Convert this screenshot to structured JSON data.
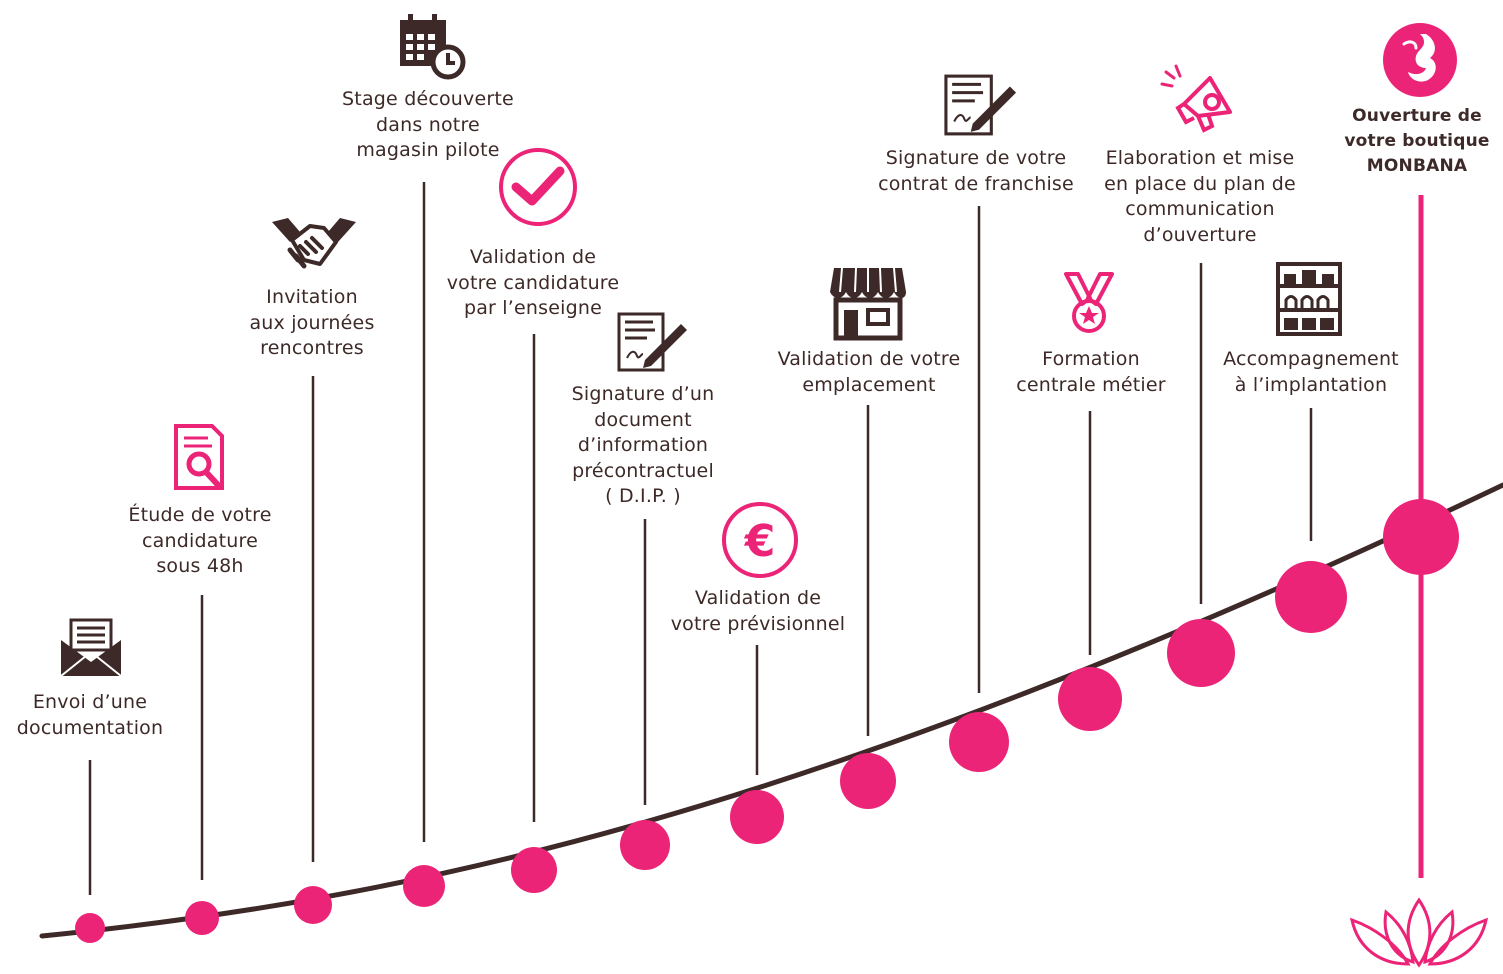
{
  "colors": {
    "accent": "#ec2478",
    "ink": "#3d2a28"
  },
  "steps": [
    {
      "lines": [
        "Envoi d’une",
        "documentation"
      ],
      "icon": "envelope-icon"
    },
    {
      "lines": [
        "Étude de votre",
        "candidature",
        "sous 48h"
      ],
      "icon": "document-search-icon"
    },
    {
      "lines": [
        "Invitation",
        "aux journées",
        "rencontres"
      ],
      "icon": "handshake-icon"
    },
    {
      "lines": [
        "Stage découverte",
        "dans notre",
        "magasin pilote"
      ],
      "icon": "calendar-clock-icon"
    },
    {
      "lines": [
        "Validation de",
        "votre candidature",
        "par l’enseigne"
      ],
      "icon": "checkmark-icon"
    },
    {
      "lines": [
        "Signature d’un",
        "document",
        "d’information",
        "précontractuel",
        "( D.I.P. )"
      ],
      "icon": "contract-sign-icon"
    },
    {
      "lines": [
        "Validation de",
        "votre prévisionnel"
      ],
      "icon": "euro-icon"
    },
    {
      "lines": [
        "Validation de votre",
        "emplacement"
      ],
      "icon": "storefront-icon"
    },
    {
      "lines": [
        "Signature de votre",
        "contrat de franchise"
      ],
      "icon": "contract-sign-icon"
    },
    {
      "lines": [
        "Formation",
        "centrale métier"
      ],
      "icon": "medal-icon"
    },
    {
      "lines": [
        "Elaboration et mise",
        "en place du plan de",
        "communication",
        "d’ouverture"
      ],
      "icon": "megaphone-icon"
    },
    {
      "lines": [
        "Accompagnement",
        "à l’implantation"
      ],
      "icon": "shelves-icon"
    },
    {
      "lines": [
        "Ouverture de",
        "votre boutique",
        "MONBANA"
      ],
      "icon": "monbana-logo-icon",
      "final": true
    }
  ]
}
